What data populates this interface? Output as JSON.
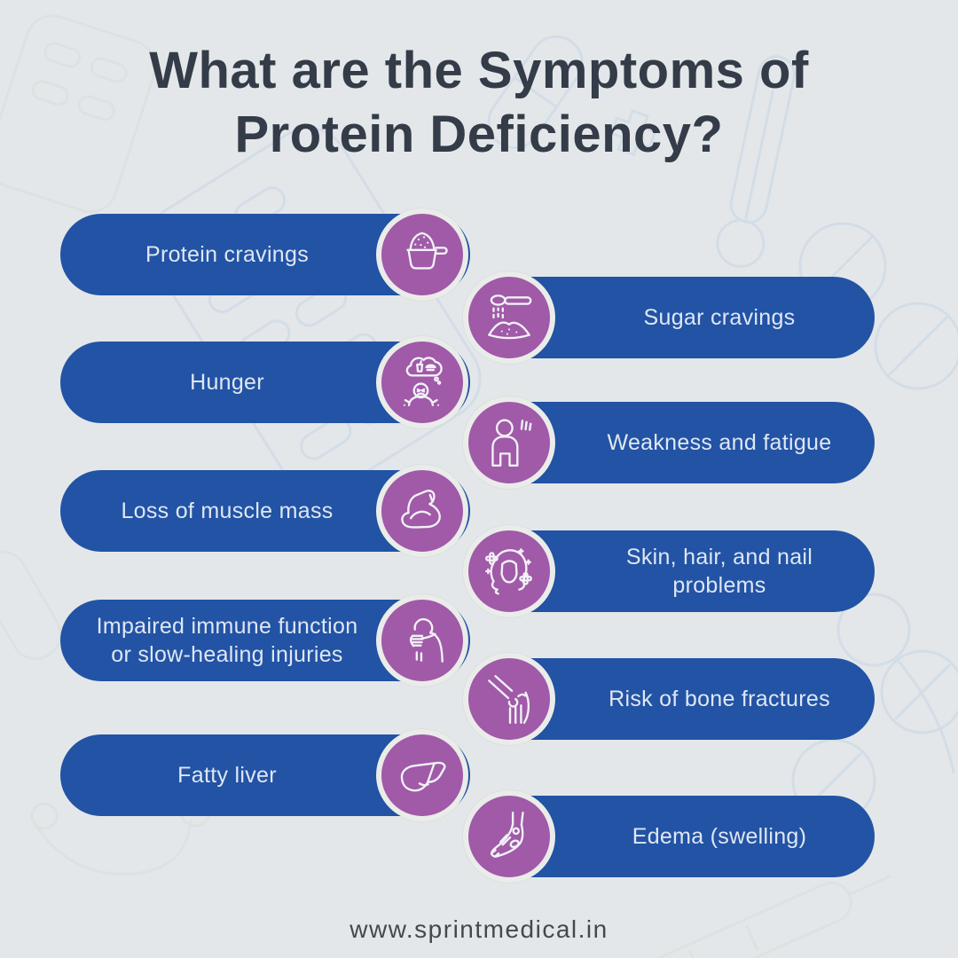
{
  "title": {
    "line1": "What are the Symptoms of",
    "line2": "Protein Deficiency?"
  },
  "symptoms": [
    {
      "label": "Protein cravings",
      "icon": "protein-scoop-icon",
      "side": "left"
    },
    {
      "label": "Sugar cravings",
      "icon": "sugar-spoon-icon",
      "side": "right"
    },
    {
      "label": "Hunger",
      "icon": "hunger-thought-icon",
      "side": "left"
    },
    {
      "label": "Weakness and fatigue",
      "icon": "weak-person-icon",
      "side": "right"
    },
    {
      "label": "Loss of muscle mass",
      "icon": "muscle-arm-icon",
      "side": "left"
    },
    {
      "label": "Skin, hair, and nail problems",
      "icon": "woman-hair-icon",
      "side": "right"
    },
    {
      "label": "Impaired immune function or slow-healing injuries",
      "icon": "neck-pain-icon",
      "side": "left"
    },
    {
      "label": "Risk of bone fractures",
      "icon": "knee-joint-icon",
      "side": "right"
    },
    {
      "label": "Fatty liver",
      "icon": "liver-icon",
      "side": "left"
    },
    {
      "label": "Edema (swelling)",
      "icon": "foot-bones-icon",
      "side": "right"
    }
  ],
  "footer": {
    "url": "www.sprintmedical.in"
  },
  "colors": {
    "background": "#e4e7e9",
    "pill_blue": "#2253a5",
    "icon_purple": "#a05aa8",
    "circle_ring": "#eaece9",
    "title_text": "#333c48",
    "pill_text": "#dfe7f3",
    "doodle_blue": "#c3d4e6",
    "footer_text": "#45484d"
  }
}
